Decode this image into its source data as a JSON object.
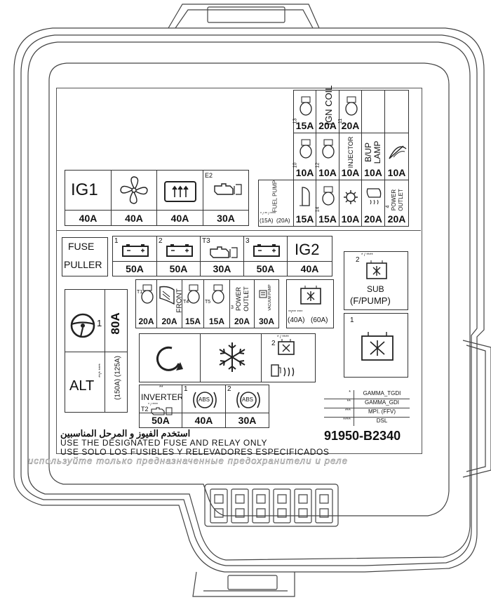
{
  "top_right": {
    "row1": [
      {
        "num": "13",
        "label": "",
        "amp": "15A",
        "icon": "fuse-box-icon"
      },
      {
        "num": "",
        "label": "IGN COIL",
        "amp": "20A",
        "icon": ""
      },
      {
        "num": "11",
        "label": "",
        "amp": "20A",
        "icon": "fuse-box-icon"
      }
    ],
    "row2": [
      {
        "num": "10",
        "label": "",
        "amp": "10A",
        "icon": "fuse-box-icon"
      },
      {
        "num": "12",
        "label": "",
        "amp": "10A",
        "icon": "fuse-box-icon"
      },
      {
        "num": "",
        "label": "INJECTOR",
        "amp": "10A",
        "icon": ""
      },
      {
        "num": "",
        "label": "B/UP LAMP",
        "amp": "10A",
        "icon": ""
      },
      {
        "num": "",
        "label": "",
        "amp": "10A",
        "icon": "wiper-icon"
      }
    ],
    "row3": [
      {
        "num": "",
        "label": "FUEL PUMP",
        "amp": "",
        "icon": ""
      },
      {
        "num": "",
        "label": "",
        "amp": "15A",
        "icon": "horn-icon"
      },
      {
        "num": "14",
        "label": "",
        "amp": "15A",
        "icon": "fuse-box-icon"
      },
      {
        "num": "",
        "label": "",
        "amp": "10A",
        "icon": "ac-compressor-icon"
      },
      {
        "num": "",
        "label": "",
        "amp": "20A",
        "icon": "heated-mirror-icon"
      },
      {
        "num": "4",
        "label": "POWER OUTLET",
        "amp": "20A",
        "icon": ""
      }
    ],
    "fuel_pump_amps": [
      "(15A)",
      "(20A)"
    ],
    "fuel_pump_marks": "* / ** / ****"
  },
  "ig1_row": [
    {
      "label": "IG1",
      "amp": "40A"
    },
    {
      "label": "",
      "amp": "40A",
      "icon": "fan-icon"
    },
    {
      "label": "",
      "amp": "40A",
      "icon": "rear-defrost-icon"
    },
    {
      "label": "E2",
      "amp": "30A",
      "icon": "engine-icon"
    }
  ],
  "fuse_puller": {
    "line1": "FUSE",
    "line2": "PULLER"
  },
  "battery_row": [
    {
      "num": "1",
      "amp": "50A",
      "icon": "battery-icon"
    },
    {
      "num": "2",
      "amp": "50A",
      "icon": "battery-icon"
    },
    {
      "num": "T3",
      "amp": "30A",
      "icon": "engine-icon"
    },
    {
      "num": "3",
      "amp": "50A",
      "icon": "battery-icon"
    },
    {
      "label": "IG2",
      "amp": "40A"
    }
  ],
  "mini_row": [
    {
      "num": "T1",
      "label": "",
      "amp": "20A",
      "icon": "fuse-box-icon"
    },
    {
      "num": "",
      "label": "FRONT",
      "amp": "20A",
      "icon": "front-defrost-icon"
    },
    {
      "num": "T4",
      "label": "",
      "amp": "15A",
      "icon": "fuse-box-icon"
    },
    {
      "num": "T5",
      "label": "",
      "amp": "15A",
      "icon": "fuse-box-icon"
    },
    {
      "num": "3",
      "label": "POWER OUTLET",
      "amp": "20A",
      "icon": ""
    },
    {
      "num": "",
      "label": "VACUUM PUMP",
      "amp": "30A",
      "icon": ""
    }
  ],
  "relay_mid": {
    "amps": [
      "(40A)",
      "(60A)"
    ],
    "marks": "**/*** ****"
  },
  "sub_pump": {
    "num": "2",
    "marks": "* / ****",
    "label1": "SUB",
    "label2": "(F/PUMP)"
  },
  "relay_main": {
    "num": "1"
  },
  "alternator": {
    "num": "1",
    "amp": "80A",
    "label": "ALT",
    "alt_amps": "(150A) (125A)",
    "marks": "**/* ****"
  },
  "bottom_relays": {
    "num": "2",
    "marks": "* / ****"
  },
  "inverter": {
    "marks": "**",
    "label": "INVERTER",
    "sub": "T2",
    "sub_marks": "* / ****",
    "amp": "50A"
  },
  "abs": [
    {
      "num": "1",
      "label": "ABS",
      "amp": "40A"
    },
    {
      "num": "2",
      "label": "ABS",
      "amp": "30A"
    }
  ],
  "legend": [
    {
      "mark": "*",
      "text": "GAMMA_TGDI"
    },
    {
      "mark": "**",
      "text": "GAMMA_GDI"
    },
    {
      "mark": "***",
      "text": "MPI. (FFV)"
    },
    {
      "mark": "****",
      "text": "DSL"
    }
  ],
  "arabic_line": "استخدم الفيوز و المرحل المناسبين",
  "line_en": "USE THE DESIGNATED FUSE AND RELAY ONLY",
  "line_es": "USE SOLO LOS FUSIBLES Y RELEVADORES ESPECIFICADOS",
  "line_ru": "используйте только предназначенные предохранители и реле",
  "part_number": "91950-B2340"
}
